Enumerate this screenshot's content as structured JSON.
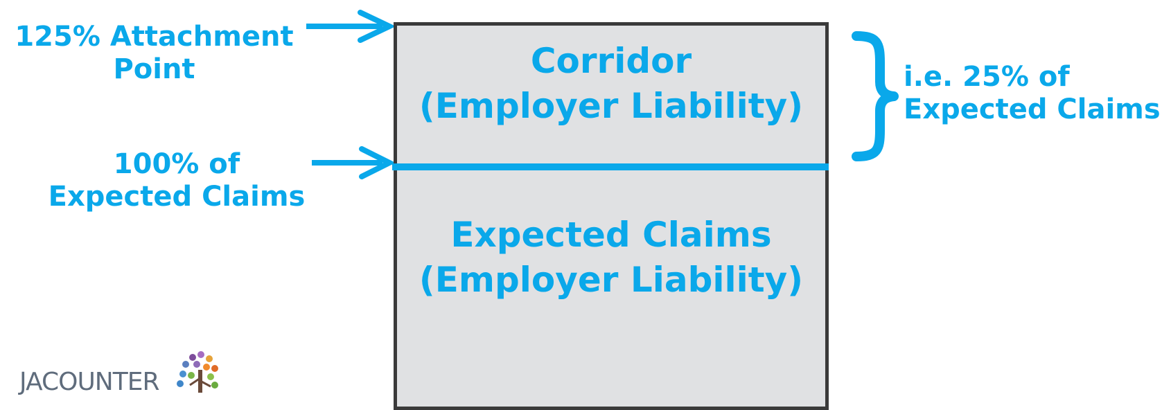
{
  "attachment_point": {
    "lines": [
      "125% Attachment",
      "Point"
    ]
  },
  "expected_point": {
    "lines": [
      "100% of",
      "Expected Claims"
    ]
  },
  "corridor": {
    "title": "Corridor",
    "subtitle": "(Employer Liability)"
  },
  "expected_claims": {
    "title": "Expected Claims",
    "subtitle": "(Employer Liability)"
  },
  "corridor_note": {
    "lines": [
      "i.e. 25% of",
      "Expected Claims"
    ]
  },
  "logo": {
    "text": "JACOUNTER"
  },
  "colors": {
    "accent": "#0aa8ea",
    "box_fill": "#e0e1e3",
    "box_border": "#3a3a3a"
  },
  "icons": [
    "right-arrow-icon",
    "right-arrow-icon",
    "right-brace-icon",
    "logo-tree-icon"
  ]
}
